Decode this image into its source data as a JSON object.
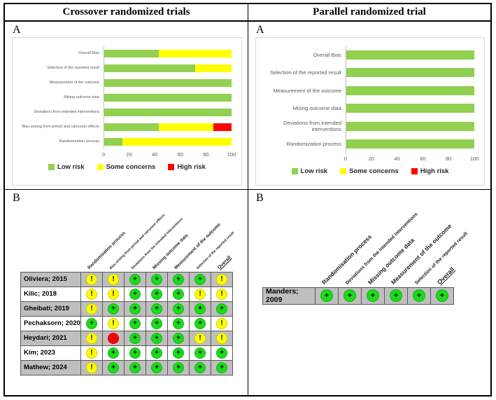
{
  "headers": {
    "left": "Crossover randomized trials",
    "right": "Parallel randomized trial"
  },
  "panel_labels": {
    "a": "A",
    "b": "B"
  },
  "colors": {
    "low_risk": "#92D050",
    "some_concerns": "#FFFF00",
    "high_risk": "#FF0000",
    "circle_low": "#1BDB1B",
    "circle_some": "#FFFF00",
    "circle_high": "#FF0000",
    "row_shade": "#BFBFBF",
    "cell_border": "#595959",
    "axis_text": "#595959"
  },
  "chart_data": [
    {
      "type": "bar",
      "stacked": true,
      "orientation": "horizontal",
      "panel": "Crossover randomized trials - A",
      "categories": [
        "Overall Bias",
        "Selection of the reported result",
        "Measurement of the outcome",
        "Mising outcome data",
        "Deviations from intended interventions",
        "Bias arising from period and carryover effects",
        "Randomization process"
      ],
      "series": [
        {
          "name": "Low risk",
          "color": "#92D050",
          "values": [
            42.9,
            71.4,
            100,
            100,
            100,
            42.9,
            14.3
          ]
        },
        {
          "name": "Some concerns",
          "color": "#FFFF00",
          "values": [
            57.1,
            28.6,
            0,
            0,
            0,
            42.9,
            85.7
          ]
        },
        {
          "name": "High risk",
          "color": "#FF0000",
          "values": [
            0,
            0,
            0,
            0,
            0,
            14.2,
            0
          ]
        }
      ],
      "xlim": [
        0,
        100
      ],
      "xticks": [
        0,
        20,
        40,
        60,
        80,
        100
      ],
      "legend_position": "bottom",
      "grid": false
    },
    {
      "type": "bar",
      "stacked": true,
      "orientation": "horizontal",
      "panel": "Parallel randomized trial - A",
      "categories": [
        "Overall Bias",
        "Selection of the reported result",
        "Measurement of the outcome",
        "Mising outcome data",
        "Deviations from intended interventions",
        "Randomization process"
      ],
      "series": [
        {
          "name": "Low risk",
          "color": "#92D050",
          "values": [
            100,
            100,
            100,
            100,
            100,
            100
          ]
        },
        {
          "name": "Some concerns",
          "color": "#FFFF00",
          "values": [
            0,
            0,
            0,
            0,
            0,
            0
          ]
        },
        {
          "name": "High risk",
          "color": "#FF0000",
          "values": [
            0,
            0,
            0,
            0,
            0,
            0
          ]
        }
      ],
      "xlim": [
        0,
        100
      ],
      "xticks": [
        0,
        20,
        40,
        60,
        80,
        100
      ],
      "legend_position": "bottom",
      "grid": false
    }
  ],
  "judgment_style": {
    "low": {
      "symbol": "+",
      "color": "#1BDB1B",
      "label": "Low risk"
    },
    "some": {
      "symbol": "!",
      "color": "#FFFF00",
      "label": "Some concerns"
    },
    "high": {
      "symbol": "-",
      "color": "#FF0000",
      "label": "High risk"
    }
  },
  "traffic_tables": [
    {
      "panel": "Crossover randomized trials - B",
      "headers": [
        "Randomization process",
        "Bias arising from period and carryover effects",
        "Deviations from the intended interventions",
        "Missing outcome data",
        "Measurement of the outcome",
        "Selection of the reported result",
        "Overall"
      ],
      "rows": [
        {
          "study": "Oliviera; 2015",
          "judgments": [
            "some",
            "some",
            "low",
            "low",
            "low",
            "low",
            "some"
          ]
        },
        {
          "study": "Kilic; 2018",
          "judgments": [
            "some",
            "some",
            "low",
            "low",
            "low",
            "some",
            "some"
          ]
        },
        {
          "study": "Gheibati; 2019",
          "judgments": [
            "some",
            "low",
            "low",
            "low",
            "low",
            "low",
            "low"
          ]
        },
        {
          "study": "Pechaksorn; 2020",
          "judgments": [
            "low",
            "some",
            "low",
            "low",
            "low",
            "low",
            "some"
          ]
        },
        {
          "study": "Heydari; 2021",
          "judgments": [
            "some",
            "high",
            "low",
            "low",
            "low",
            "some",
            "some"
          ]
        },
        {
          "study": "Kim; 2023",
          "judgments": [
            "some",
            "low",
            "low",
            "low",
            "low",
            "low",
            "low"
          ]
        },
        {
          "study": "Mathew; 2024",
          "judgments": [
            "some",
            "low",
            "low",
            "low",
            "low",
            "low",
            "low"
          ]
        }
      ]
    },
    {
      "panel": "Parallel randomized trial - B",
      "headers": [
        "Randomisation process",
        "Deviations from the intended interventions",
        "Missing outcome data",
        "Measurement of the outcome",
        "Selection of the reported result",
        "Overall"
      ],
      "rows": [
        {
          "study": "Manders; 2009",
          "judgments": [
            "low",
            "low",
            "low",
            "low",
            "low",
            "low"
          ]
        }
      ]
    }
  ]
}
